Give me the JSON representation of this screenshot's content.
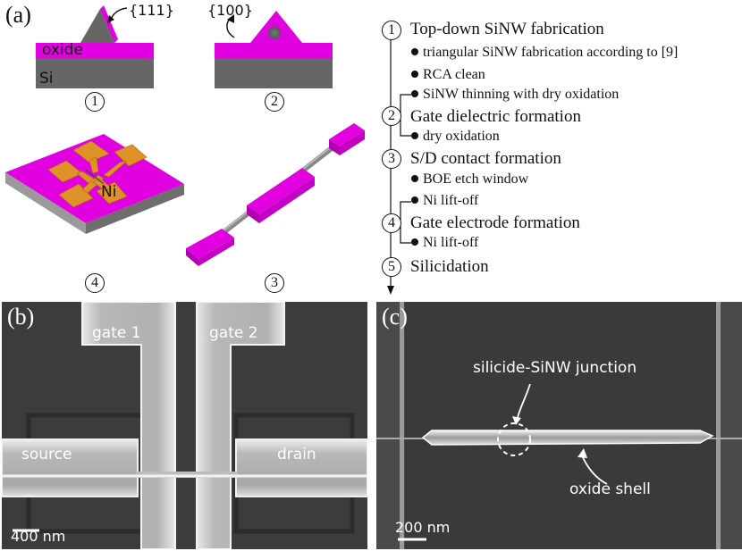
{
  "panel_a": {
    "label": "(a)",
    "cross_section_1": {
      "facet_label": "{111}",
      "oxide_label": "oxide",
      "si_label": "Si",
      "step": "1"
    },
    "cross_section_2": {
      "facet_label": "{100}",
      "step": "2"
    },
    "device_3d": {
      "metal_label": "Ni",
      "step": "4"
    },
    "nanowire_3d": {
      "step": "3"
    },
    "colors": {
      "oxide": "#e000e0",
      "silicon": "#666666",
      "nickel": "#e0922a"
    },
    "flow": {
      "steps": [
        {
          "num": "1",
          "title": "Top-down SiNW fabrication"
        },
        {
          "num": "2",
          "title": "Gate dielectric formation"
        },
        {
          "num": "3",
          "title": "S/D contact formation"
        },
        {
          "num": "4",
          "title": "Gate electrode formation"
        },
        {
          "num": "5",
          "title": "Silicidation"
        }
      ],
      "substeps": [
        "triangular SiNW fabrication according to [9]",
        "RCA clean",
        "SiNW thinning with dry oxidation",
        "dry oxidation",
        "BOE etch window",
        "Ni lift-off",
        "Ni lift-off"
      ]
    }
  },
  "panel_b": {
    "label": "(b)",
    "gate1": "gate 1",
    "gate2": "gate 2",
    "source": "source",
    "drain": "drain",
    "scale_bar": "400 nm"
  },
  "panel_c": {
    "label": "(c)",
    "junction_label": "silicide-SiNW junction",
    "shell_label": "oxide shell",
    "scale_bar": "200 nm"
  }
}
